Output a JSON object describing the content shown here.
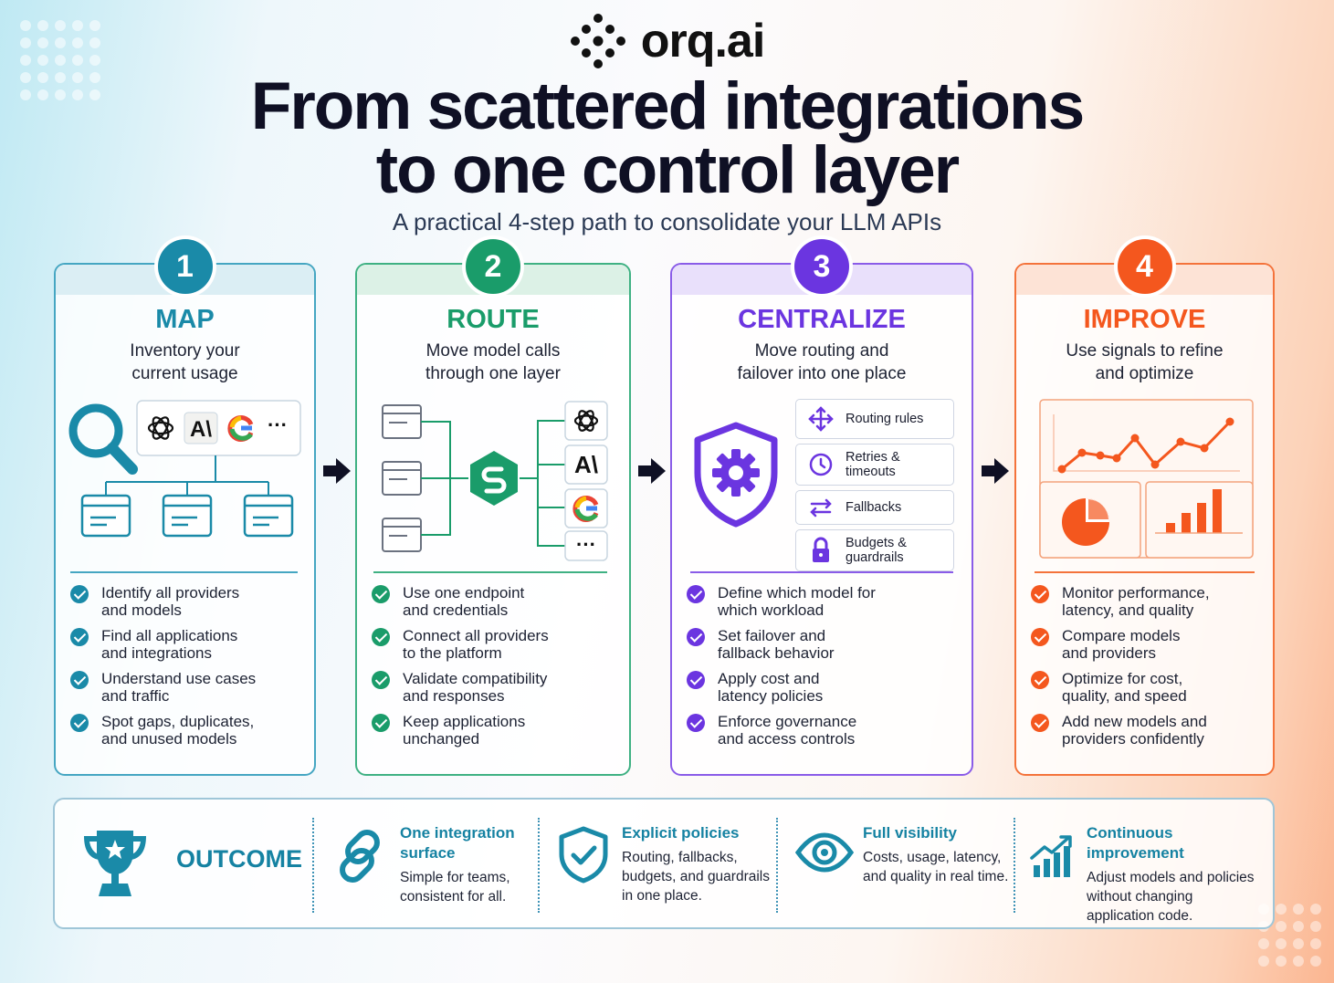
{
  "brand": {
    "name": "orq.ai"
  },
  "header": {
    "title_line1": "From scattered integrations",
    "title_line2": "to one control layer",
    "subtitle": "A practical 4-step path to consolidate your LLM APIs"
  },
  "colors": {
    "map": "#1a8aa8",
    "route": "#1a9c6a",
    "centralize": "#6b35e0",
    "improve": "#f4571e",
    "dark": "#0f1024"
  },
  "steps": [
    {
      "number": "1",
      "title": "MAP",
      "description": "Inventory your\ncurrent usage",
      "icons": [
        "openai-icon",
        "anthropic-icon",
        "google-icon",
        "more-icon"
      ],
      "bullets": [
        "Identify all providers\nand models",
        "Find all applications\nand integrations",
        "Understand use cases\nand traffic",
        "Spot gaps, duplicates,\nand unused models"
      ]
    },
    {
      "number": "2",
      "title": "ROUTE",
      "description": "Move model calls\nthrough one layer",
      "bullets": [
        "Use one endpoint\nand credentials",
        "Connect all providers\nto the platform",
        "Validate compatibility\nand responses",
        "Keep applications\nunchanged"
      ]
    },
    {
      "number": "3",
      "title": "CENTRALIZE",
      "description": "Move routing and\nfailover into one place",
      "features": [
        "Routing rules",
        "Retries &\ntimeouts",
        "Fallbacks",
        "Budgets &\nguardrails"
      ],
      "bullets": [
        "Define which model for\nwhich workload",
        "Set failover and\nfallback behavior",
        "Apply cost and\nlatency policies",
        "Enforce governance\nand access controls"
      ]
    },
    {
      "number": "4",
      "title": "IMPROVE",
      "description": "Use signals to refine\nand optimize",
      "bullets": [
        "Monitor performance,\nlatency, and quality",
        "Compare models\nand providers",
        "Optimize for cost,\nquality, and speed",
        "Add new models and\nproviders confidently"
      ]
    }
  ],
  "outcome": {
    "label": "OUTCOME",
    "items": [
      {
        "title": "One integration\nsurface",
        "text": "Simple for teams,\nconsistent for all.",
        "icon": "link-icon"
      },
      {
        "title": "Explicit policies",
        "text": "Routing, fallbacks,\nbudgets, and guardrails\nin one place.",
        "icon": "shield-check-icon"
      },
      {
        "title": "Full visibility",
        "text": "Costs, usage, latency,\nand quality in real time.",
        "icon": "eye-icon"
      },
      {
        "title": "Continuous improvement",
        "text": "Adjust models and policies\nwithout changing\napplication code.",
        "icon": "trend-up-icon"
      }
    ]
  }
}
